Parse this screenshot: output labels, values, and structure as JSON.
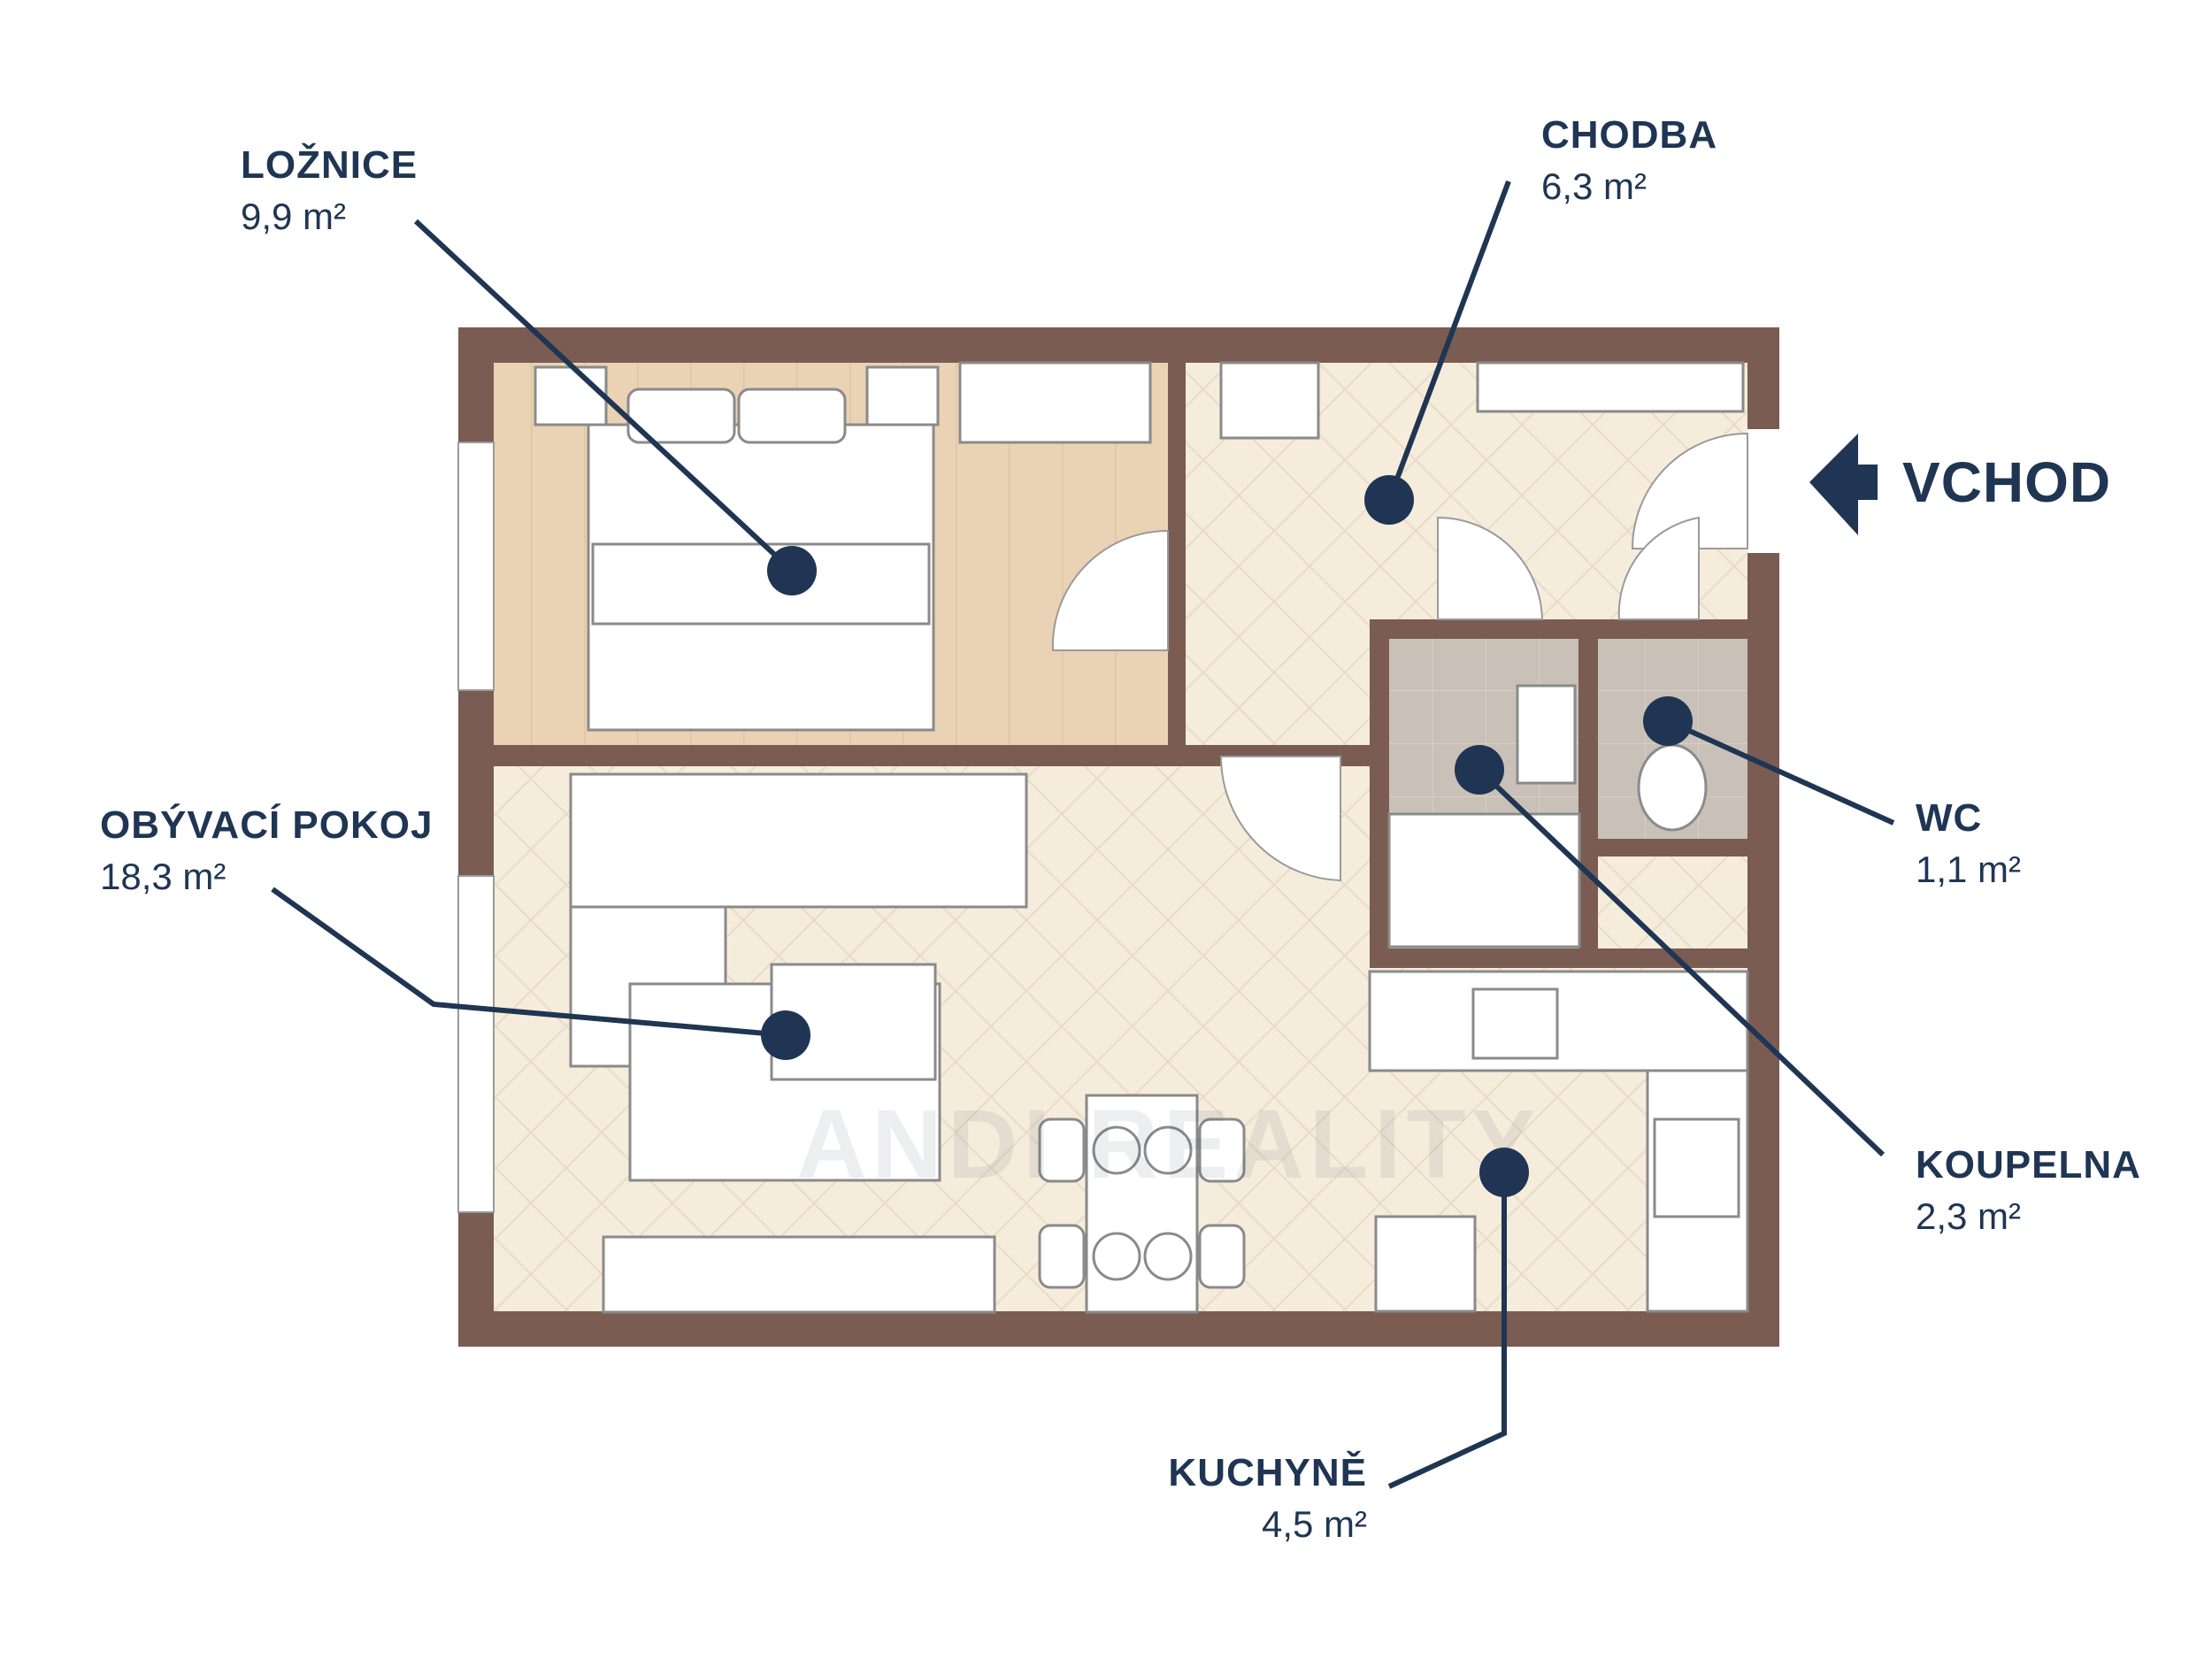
{
  "rooms": {
    "loznice": {
      "name": "LOŽNICE",
      "area": "9,9 m²"
    },
    "chodba": {
      "name": "CHODBA",
      "area": "6,3 m²"
    },
    "obyvaci": {
      "name": "OBÝVACÍ POKOJ",
      "area": "18,3 m²"
    },
    "wc": {
      "name": "WC",
      "area": "1,1 m²"
    },
    "koupelna": {
      "name": "KOUPELNA",
      "area": "2,3 m²"
    },
    "kuchyne": {
      "name": "KUCHYNĚ",
      "area": "4,5 m²"
    }
  },
  "entrance": {
    "label": "VCHOD",
    "icon": "arrow-left-icon"
  },
  "watermark": "ANDI REALITY",
  "colors": {
    "wall": "#7a5c52",
    "floor_light": "#f6ecdc",
    "floor_wood": "#ead2b5",
    "tile": "#c8bfb6",
    "accent": "#1f3553"
  }
}
